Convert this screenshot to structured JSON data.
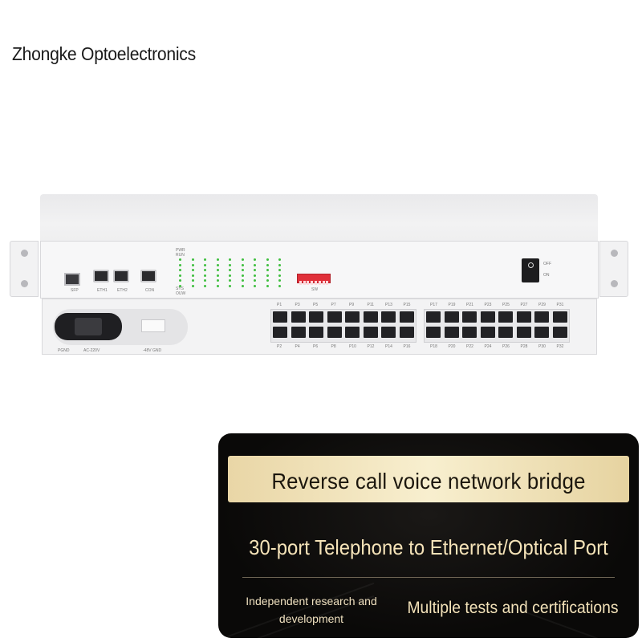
{
  "brand": {
    "name": "Zhongke Optoelectronics"
  },
  "device": {
    "port_labels": {
      "sfp": "SFP",
      "eth1": "ETH1",
      "eth2": "ETH2",
      "con": "CON",
      "sw": "SW",
      "off": "OFF",
      "on": "ON",
      "pgnd": "PGND",
      "ac": "AC-220V",
      "dc": "-48V  GND"
    },
    "led_labels": {
      "pwr": "PWR",
      "run": "RUN",
      "sys": "SYS",
      "ouw": "OUW"
    },
    "top_row_labels": [
      "P1",
      "P3",
      "P5",
      "P7",
      "P9",
      "P11",
      "P13",
      "P15",
      "P17",
      "P19",
      "P21",
      "P23",
      "P25",
      "P27",
      "P29",
      "P31"
    ],
    "bottom_row_labels": [
      "P2",
      "P4",
      "P6",
      "P8",
      "P10",
      "P12",
      "P14",
      "P16",
      "P18",
      "P20",
      "P22",
      "P24",
      "P26",
      "P28",
      "P30",
      "P32"
    ]
  },
  "banner": {
    "title": "Reverse call voice network bridge",
    "subtitle": "30-port Telephone to Ethernet/Optical Port",
    "feature_left": "Independent research and development",
    "feature_right": "Multiple tests and certifications"
  },
  "colors": {
    "gold": "#e9d6a6",
    "banner_bg": "#0a0908",
    "led_green": "#3fbf3f",
    "dip_red": "#e0303a"
  }
}
